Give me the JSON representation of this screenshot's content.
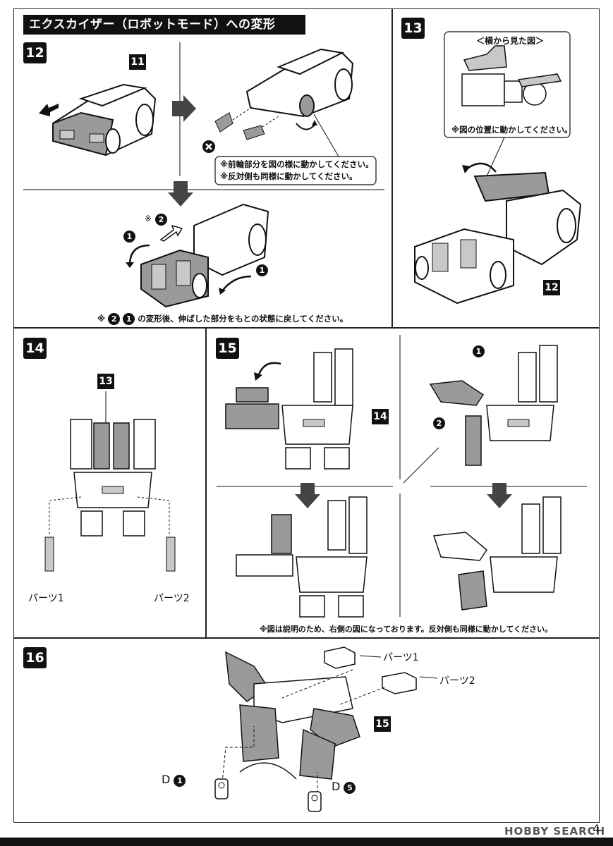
{
  "header": {
    "title": "エクスカイザー（ロボットモード）への変形"
  },
  "steps": {
    "s12": {
      "number": "12",
      "tag_11": "11",
      "note1": "※前輪部分を図の様に動かしてください。",
      "note2": "※反対側も同様に動かしてください。",
      "mark_star": "※",
      "bottom_note": "の変形後、伸ばした部分をもとの状態に戻してください。",
      "bottom_note_prefix": "※",
      "c1": "1",
      "c2": "2"
    },
    "s13": {
      "number": "13",
      "side_view_title": "＜横から見た図＞",
      "side_view_note": "※図の位置に動かしてください。",
      "tag_12": "12"
    },
    "s14": {
      "number": "14",
      "tag_13": "13",
      "part1": "パーツ1",
      "part2": "パーツ2"
    },
    "s15": {
      "number": "15",
      "tag_14": "14",
      "c1": "1",
      "c2": "2",
      "note": "※図は説明のため、右側の図になっております。反対側も同様に動かしてください。"
    },
    "s16": {
      "number": "16",
      "part1": "パーツ1",
      "part2": "パーツ2",
      "tag_15": "15",
      "d_left": "D",
      "d_left_num": "1",
      "d_right": "D",
      "d_right_num": "5"
    }
  },
  "footer": {
    "logo": "HOBBY SEARCH",
    "page_number": "4"
  },
  "colors": {
    "ink": "#111111",
    "fill_gray": "#9a9a9a",
    "light_gray": "#c8c8c8"
  }
}
